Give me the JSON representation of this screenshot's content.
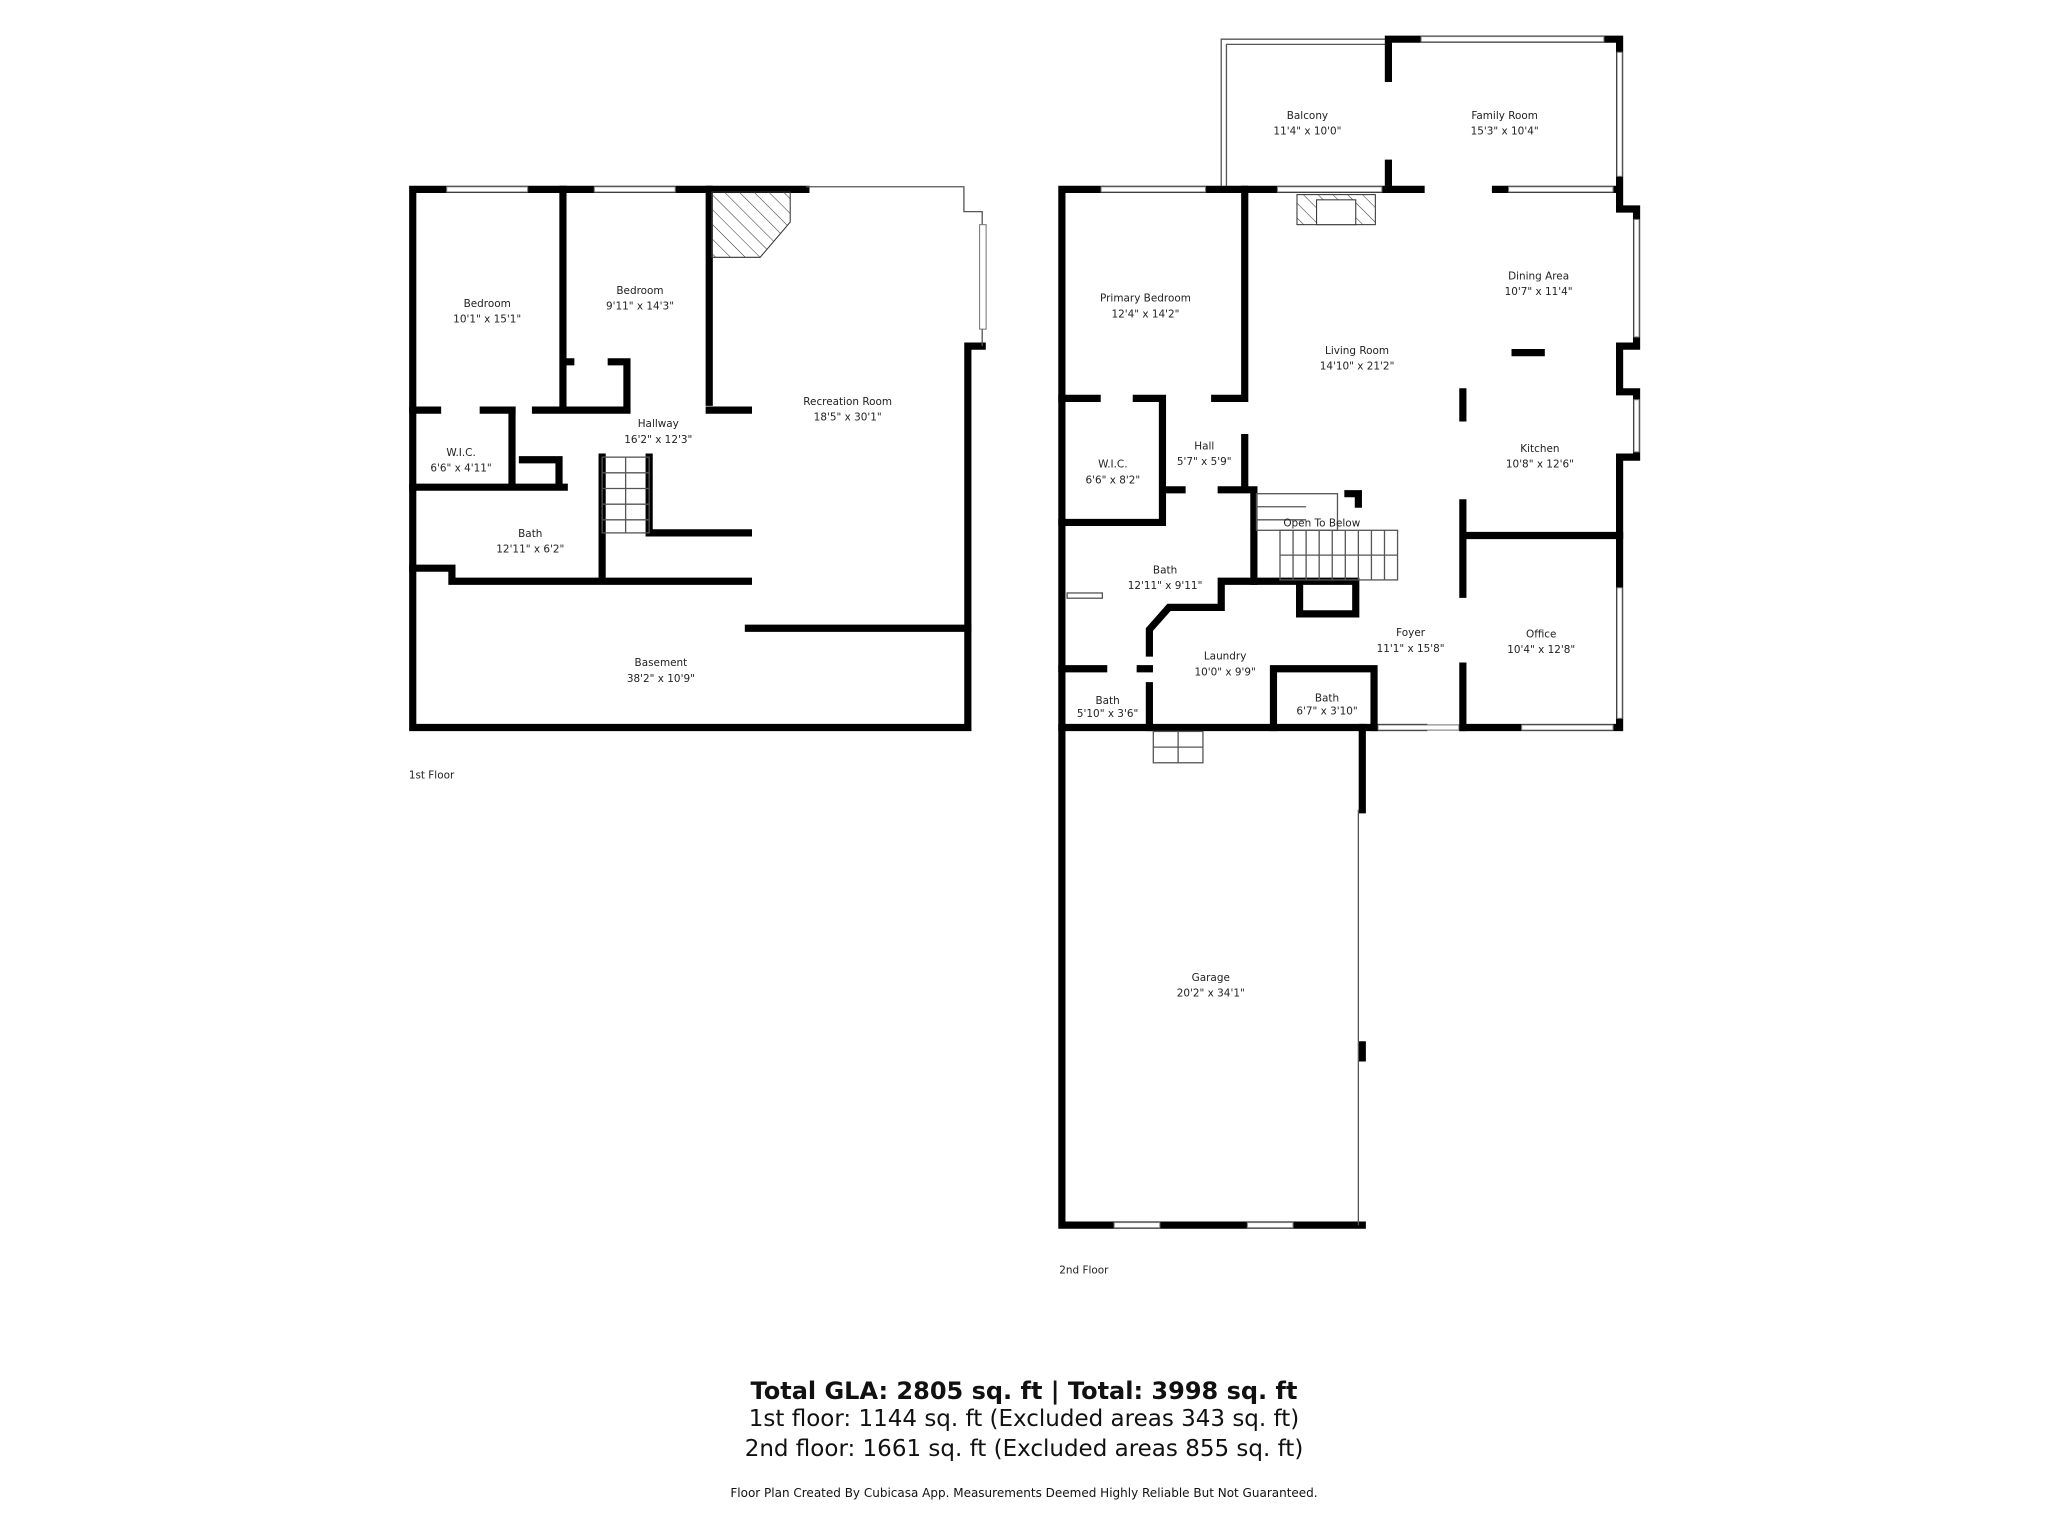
{
  "floors": [
    {
      "label": "1st Floor",
      "rooms": [
        {
          "name": "Bedroom",
          "dims": "10'1\" x 15'1\""
        },
        {
          "name": "Bedroom",
          "dims": "9'11\" x 14'3\""
        },
        {
          "name": "Recreation Room",
          "dims": "18'5\" x 30'1\""
        },
        {
          "name": "Hallway",
          "dims": "16'2\" x 12'3\""
        },
        {
          "name": "W.I.C.",
          "dims": "6'6\" x 4'11\""
        },
        {
          "name": "Bath",
          "dims": "12'11\" x 6'2\""
        },
        {
          "name": "Basement",
          "dims": "38'2\" x 10'9\""
        }
      ]
    },
    {
      "label": "2nd Floor",
      "rooms": [
        {
          "name": "Balcony",
          "dims": "11'4\" x 10'0\""
        },
        {
          "name": "Family Room",
          "dims": "15'3\" x 10'4\""
        },
        {
          "name": "Primary Bedroom",
          "dims": "12'4\" x 14'2\""
        },
        {
          "name": "Dining Area",
          "dims": "10'7\" x 11'4\""
        },
        {
          "name": "Living Room",
          "dims": "14'10\" x 21'2\""
        },
        {
          "name": "W.I.C.",
          "dims": "6'6\" x 8'2\""
        },
        {
          "name": "Hall",
          "dims": "5'7\" x 5'9\""
        },
        {
          "name": "Kitchen",
          "dims": "10'8\" x 12'6\""
        },
        {
          "name": "Open To Below",
          "dims": ""
        },
        {
          "name": "Bath",
          "dims": "12'11\" x 9'11\""
        },
        {
          "name": "Foyer",
          "dims": "11'1\" x 15'8\""
        },
        {
          "name": "Office",
          "dims": "10'4\" x 12'8\""
        },
        {
          "name": "Laundry",
          "dims": "10'0\" x 9'9\""
        },
        {
          "name": "Bath",
          "dims": "5'10\" x 3'6\""
        },
        {
          "name": "Bath",
          "dims": "6'7\" x 3'10\""
        },
        {
          "name": "Garage",
          "dims": "20'2\" x 34'1\""
        }
      ]
    }
  ],
  "summary": {
    "title": "Total GLA: 2805 sq. ft | Total: 3998 sq. ft",
    "first_floor": "1st floor: 1144 sq. ft (Excluded areas 343 sq. ft)",
    "second_floor": "2nd floor: 1661 sq. ft (Excluded areas 855 sq. ft)",
    "footer": "Floor Plan Created By Cubicasa App. Measurements Deemed Highly Reliable But Not Guaranteed."
  }
}
